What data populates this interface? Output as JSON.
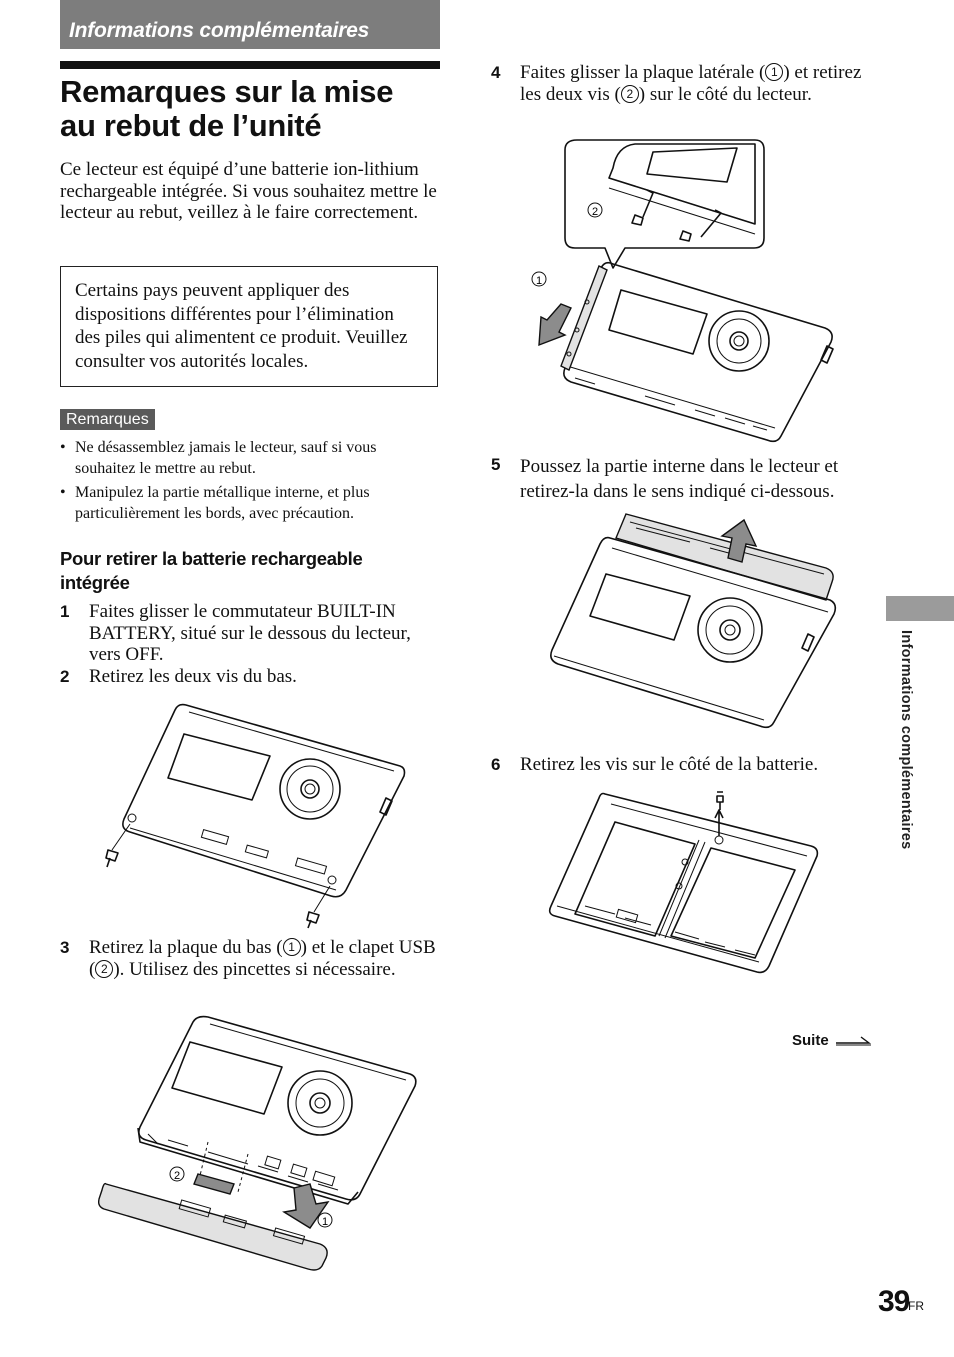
{
  "header": {
    "section": "Informations complémentaires",
    "title_line1": "Remarques sur la mise",
    "title_line2": "au rebut de l’unité"
  },
  "intro": "Ce lecteur est équipé d’une batterie ion-lithium rechargeable intégrée. Si vous souhaitez mettre le lecteur au rebut, veillez à le faire correctement.",
  "notice": "Certains pays peuvent appliquer des dispositions différentes pour l’élimination des piles qui alimentent ce produit. Veuillez consulter vos autorités locales.",
  "remarques": {
    "label": "Remarques",
    "items": [
      "Ne désassemblez jamais le lecteur, sauf si vous souhaitez le mettre au rebut.",
      "Manipulez la partie métallique interne, et plus particulièrement les bords, avec précaution."
    ]
  },
  "battery": {
    "heading": "Pour retirer la batterie rechargeable intégrée"
  },
  "steps": {
    "s1": {
      "num": "1",
      "text": "Faites glisser le commutateur BUILT-IN BATTERY, situé sur le dessous du lecteur, vers OFF."
    },
    "s2": {
      "num": "2",
      "text": "Retirez les deux vis du bas."
    },
    "s3": {
      "num": "3",
      "a": "Retirez la plaque du bas (",
      "c1": "1",
      "b": ") et le clapet USB (",
      "c2": "2",
      "c": "). Utilisez des pincettes si nécessaire."
    },
    "s4": {
      "num": "4",
      "a": "Faites glisser la plaque latérale (",
      "c1": "1",
      "b": ") et retirez les deux vis (",
      "c2": "2",
      "c": ") sur le côté du lecteur."
    },
    "s5": {
      "num": "5",
      "text": "Poussez la partie interne dans le lecteur et retirez-la dans le sens indiqué ci-dessous."
    },
    "s6": {
      "num": "6",
      "text": "Retirez les vis sur le côté de la batterie."
    }
  },
  "figure_labels": {
    "one": "1",
    "two": "2"
  },
  "side_tab": "Informations complémentaires",
  "footer": {
    "suite": "Suite",
    "page_number": "39",
    "lang": "FR"
  }
}
